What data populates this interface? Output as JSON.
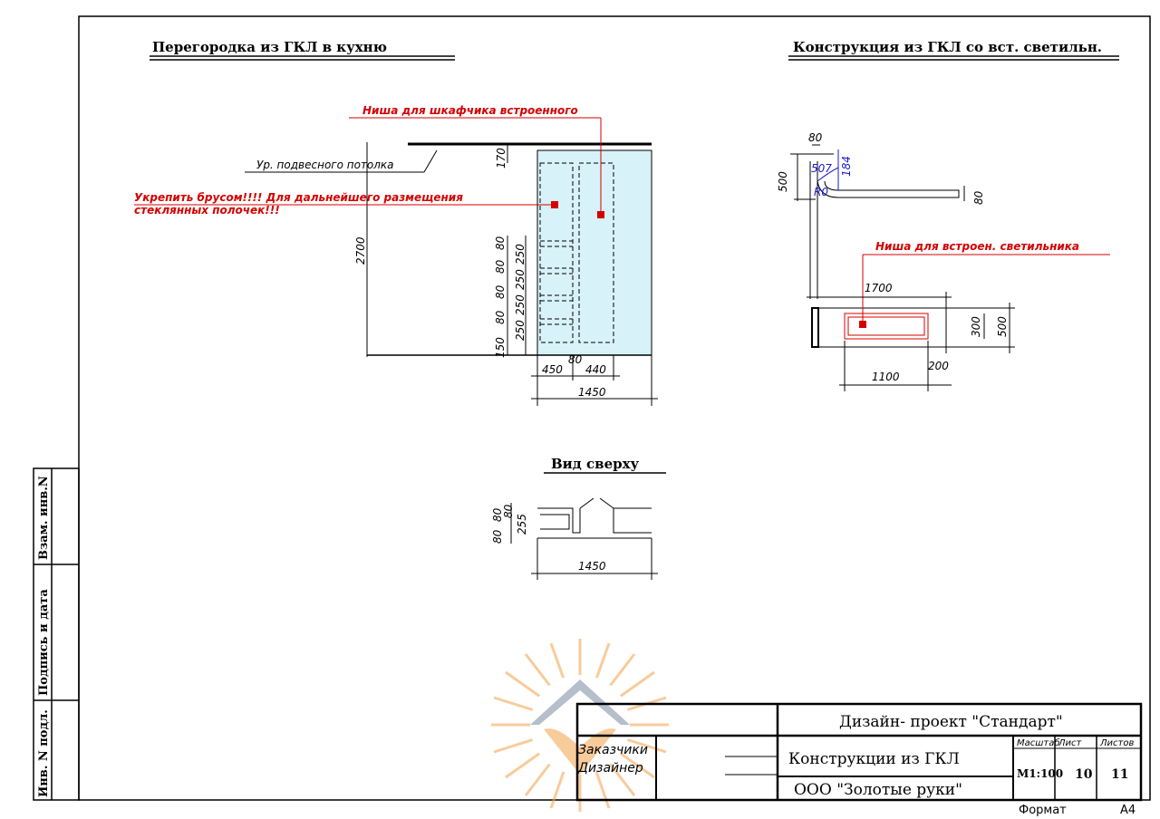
{
  "titles": {
    "left": "Перегородка из ГКЛ в кухню",
    "right": "Конструкция из ГКЛ со вст. светильн.",
    "top_view": "Вид сверху"
  },
  "notes": {
    "niche_cabinet": "Ниша для шкафчика встроенного",
    "ceiling_level": "Ур. подвесного потолка",
    "reinforce_1": "Укрепить брусом!!!! Для дальнейшего размещения",
    "reinforce_2": "стеклянных полочек!!!",
    "niche_light": "Ниша для встроен. светильника"
  },
  "dims_left": {
    "h_total": "2700",
    "top": "170",
    "v1": "80",
    "v2": "250",
    "v3": "80",
    "v4": "250",
    "v5": "80",
    "v6": "250",
    "v7": "80",
    "v8": "250",
    "v9": "150",
    "w1": "450",
    "w_mid": "80",
    "w2": "440",
    "w_total": "1450"
  },
  "dims_right": {
    "d80_top": "80",
    "d500": "500",
    "d507": "507",
    "d184": "184",
    "d80_right": "80",
    "r1": "R0",
    "d1700": "1700",
    "d300": "300",
    "d500b": "500",
    "d1100": "1100",
    "d200": "200"
  },
  "dims_top": {
    "a": "80",
    "b": "80",
    "c": "255",
    "d": "80",
    "total": "1450"
  },
  "stamp": {
    "project": "Дизайн- проект \"Стандарт\"",
    "sheet_title": "Конструкции из ГКЛ",
    "company": "ООО \"Золотые руки\"",
    "customers": "Заказчики",
    "designer": "Дизайнер",
    "scale_label": "Масштаб",
    "sheet_label": "Лист",
    "sheets_label": "Листов",
    "scale": "М1:100",
    "sheet": "10",
    "sheets": "11"
  },
  "side_labels": {
    "inv_zam": "Взам. инв.N",
    "sign_date": "Подпись и дата",
    "inv_orig": "Инв. N подл."
  },
  "format": {
    "label": "Формат",
    "value": "А4"
  },
  "colors": {
    "red": "#d40000",
    "blue": "#1a1acc",
    "panel": "#d7f2f9",
    "logo": "#f3a24a"
  }
}
